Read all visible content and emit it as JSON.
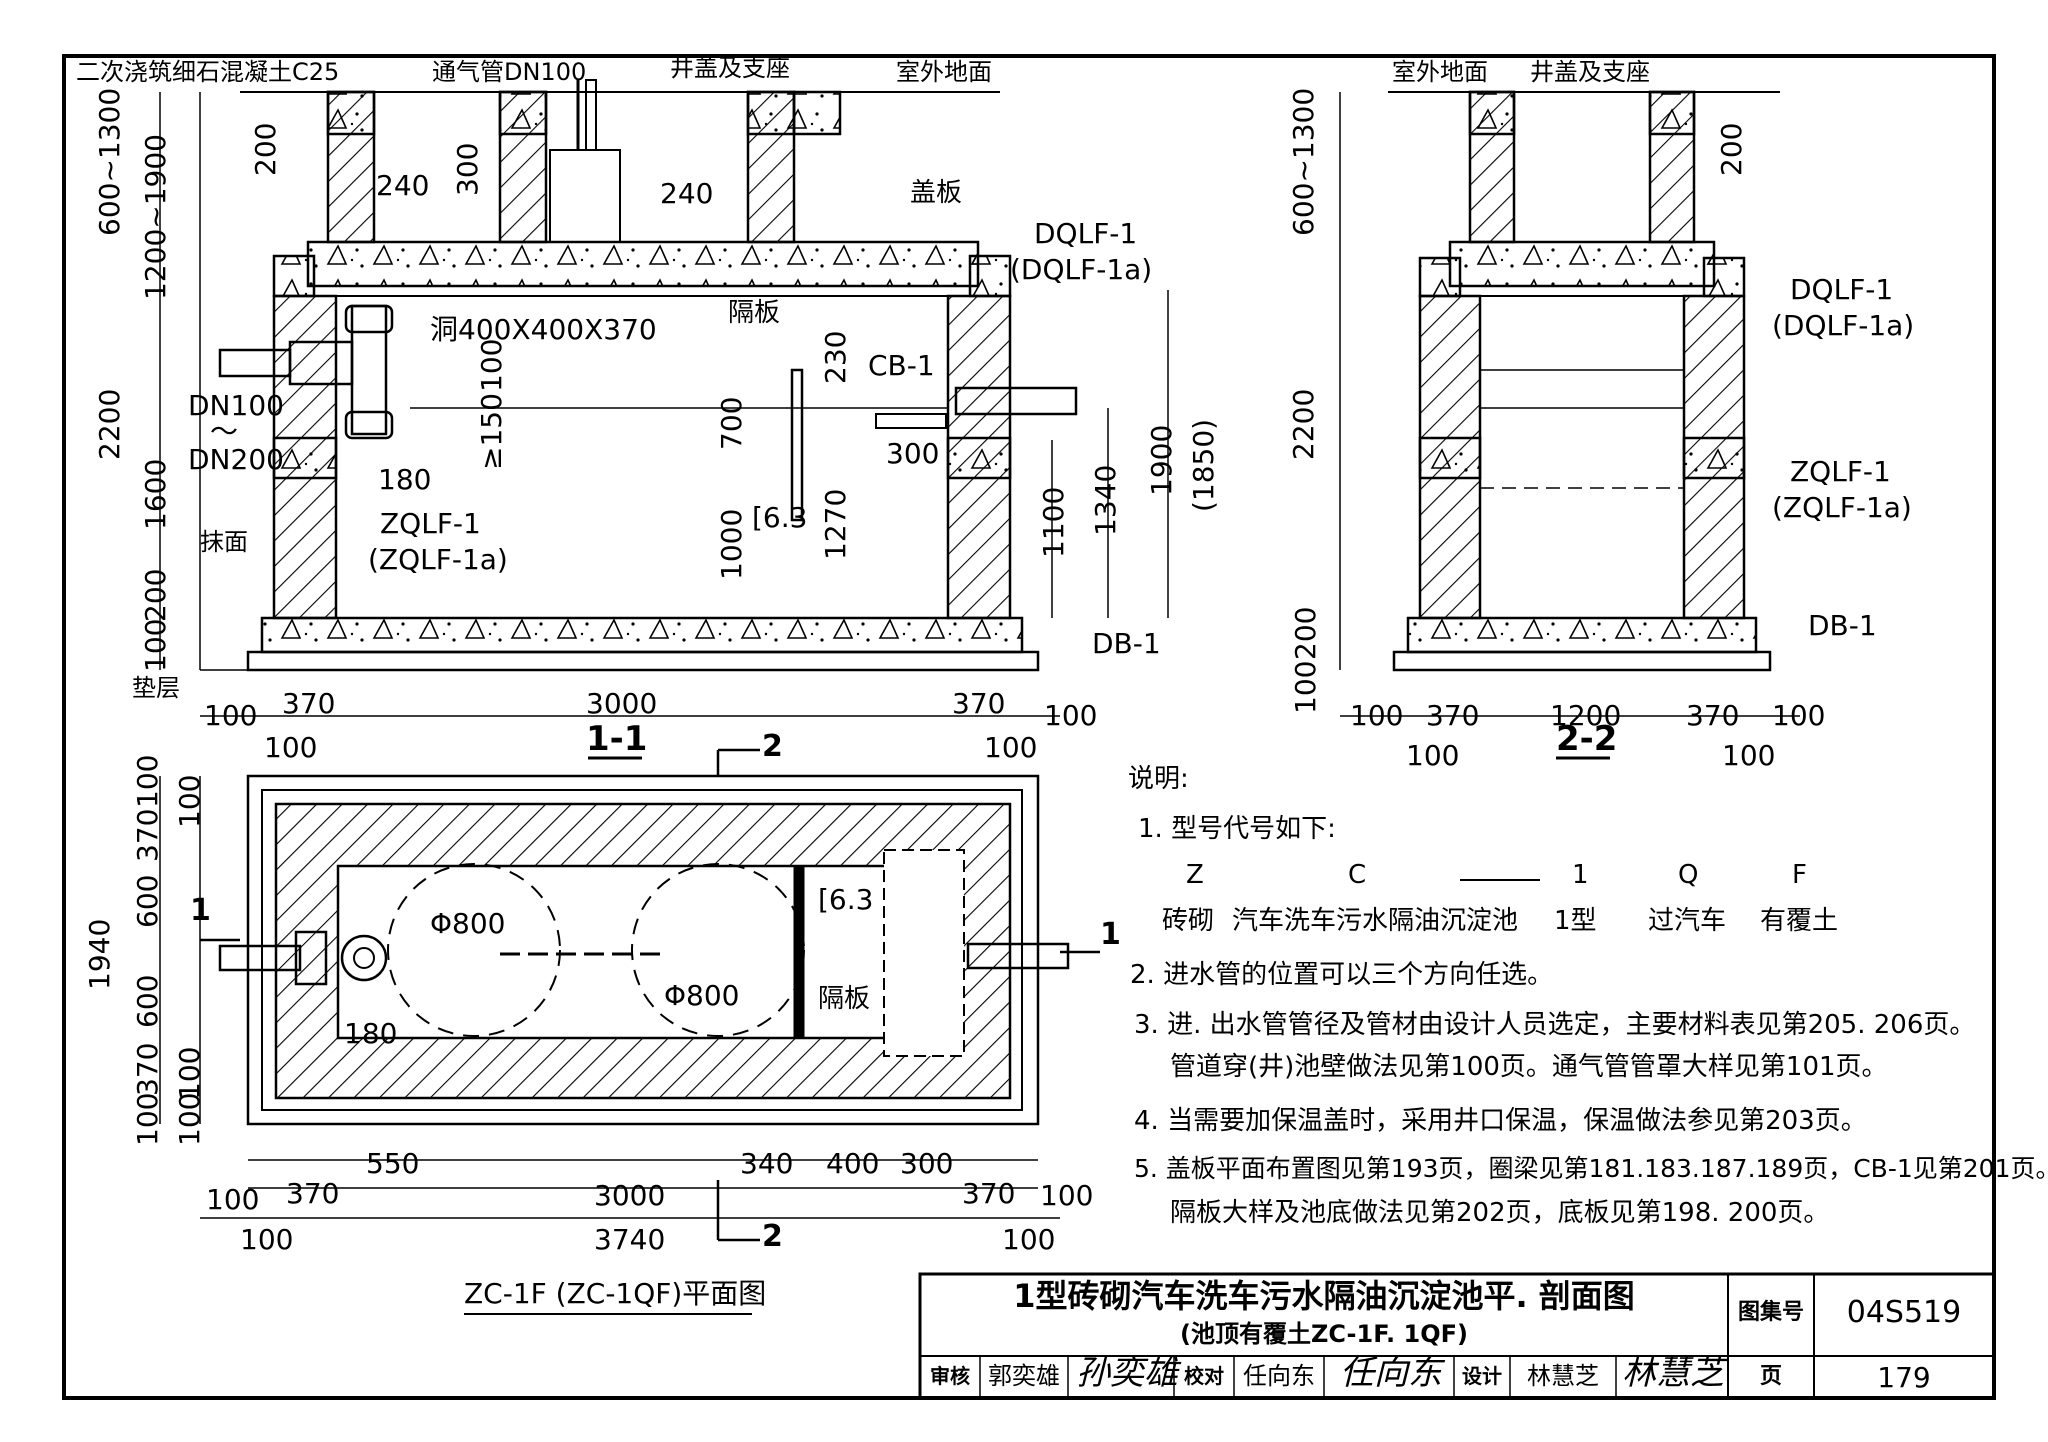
{
  "section_1_1": {
    "labels": {
      "concrete_top": "二次浇筑细石混凝土C25",
      "vent_pipe": "通气管DN100",
      "manhole_cover": "井盖及支座",
      "ground": "室外地面",
      "cover_plate": "盖板",
      "dqlf": "DQLF-1",
      "dqlf_a": "(DQLF-1a)",
      "hole": "洞400X400X370",
      "partition": "隔板",
      "cb": "CB-1",
      "pipe_dn100": "DN100",
      "pipe_tilde": "～",
      "pipe_dn200": "DN200",
      "zqlf": "ZQLF-1",
      "zqlf_a": "(ZQLF-1a)",
      "plaster": "抹面",
      "cushion": "垫层",
      "db": "DB-1",
      "channel": "[6.3"
    },
    "dims": {
      "d600_1300": "600~1300",
      "d1200_1900": "1200~1900",
      "d2200": "2200",
      "d1600": "1600",
      "d200a": "200",
      "d200b": "200",
      "d100": "100",
      "d240a": "240",
      "d240b": "240",
      "d300": "300",
      "d100b": "100",
      "d150": "≥150",
      "d180": "180",
      "d700": "700",
      "d1000": "1000",
      "d230": "230",
      "d1270": "1270",
      "d300b": "300",
      "d1100": "1100",
      "d1340": "1340",
      "d1900": "1900",
      "d1850": "(1850)",
      "b100a": "100",
      "b370a": "370",
      "b3000": "3000",
      "b370b": "370",
      "b100b": "100",
      "b100c": "100",
      "b100d": "100"
    },
    "caption": "1-1"
  },
  "section_2_2": {
    "labels": {
      "ground": "室外地面",
      "manhole_cover": "井盖及支座",
      "dqlf": "DQLF-1",
      "dqlf_a": "(DQLF-1a)",
      "zqlf": "ZQLF-1",
      "zqlf_a": "(ZQLF-1a)",
      "db": "DB-1"
    },
    "dims": {
      "d600_1300": "600~1300",
      "d200": "200",
      "d2200": "2200",
      "d200b": "200",
      "d100": "100",
      "b100a": "100",
      "b370a": "370",
      "b1200": "1200",
      "b370b": "370",
      "b100b": "100",
      "b100c": "100",
      "b100d": "100"
    },
    "caption": "2-2"
  },
  "plan": {
    "labels": {
      "cut2": "2",
      "cut2b": "2",
      "cut1": "1",
      "cut1b": "1",
      "phi_a": "Φ800",
      "phi_b": "Φ800",
      "channel": "[6.3",
      "partition": "隔板",
      "d180": "180"
    },
    "dims": {
      "v100a": "100",
      "v100b": "100",
      "v370a": "370",
      "v600a": "600",
      "v1940": "1940",
      "v600b": "600",
      "v370b": "370",
      "v100c": "100",
      "v100d": "100",
      "v100e": "100",
      "b550": "550",
      "b340": "340",
      "b400": "400",
      "b300": "300",
      "b100a": "100",
      "b370a": "370",
      "b3000": "3000",
      "b370b": "370",
      "b100b": "100",
      "b100c": "100",
      "b3740": "3740",
      "b100d": "100"
    },
    "caption": "ZC-1F (ZC-1QF)平面图"
  },
  "notes": {
    "heading": "说明:",
    "n1": "1. 型号代号如下:",
    "code": {
      "c1": "Z",
      "c2": "C",
      "c3": "1",
      "c4": "Q",
      "c5": "F",
      "m1": "砖砌",
      "m2": "汽车洗车污水隔油沉淀池",
      "m3": "1型",
      "m4": "过汽车",
      "m5": "有覆土"
    },
    "n2": "2. 进水管的位置可以三个方向任选。",
    "n3a": "3. 进. 出水管管径及管材由设计人员选定，主要材料表见第205. 206页。",
    "n3b": "管道穿(井)池壁做法见第100页。通气管管罩大样见第101页。",
    "n4": "4. 当需要加保温盖时，采用井口保温，保温做法参见第203页。",
    "n5a": "5. 盖板平面布置图见第193页，圈梁见第181.183.187.189页，CB-1见第201页。",
    "n5b": "隔板大样及池底做法见第202页，底板见第198. 200页。"
  },
  "titleblock": {
    "title": "1型砖砌汽车洗车污水隔油沉淀池平. 剖面图",
    "subtitle": "(池顶有覆土ZC-1F. 1QF)",
    "atlas_label": "图集号",
    "atlas_no": "04S519",
    "review_label": "审核",
    "reviewer": "郭奕雄",
    "check_label": "校对",
    "checker": "任向东",
    "design_label": "设计",
    "designer": "林慧芝",
    "page_label": "页",
    "page_no": "179"
  }
}
